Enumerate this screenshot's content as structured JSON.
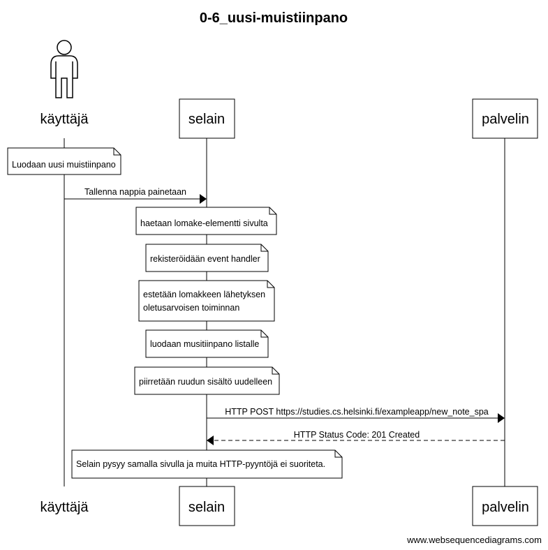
{
  "title": "0-6_uusi-muistiinpano",
  "participants": {
    "user": "käyttäjä",
    "browser": "selain",
    "server": "palvelin"
  },
  "notes": {
    "n1": "Luodaan uusi muistiinpano",
    "n2": "haetaan lomake-elementti sivulta",
    "n3": "rekisteröidään event handler",
    "n4_line1": "estetään lomakkeen lähetyksen",
    "n4_line2": "oletusarvoisen toiminnan",
    "n5": "luodaan musitiinpano listalle",
    "n6": "piirretään ruudun sisältö uudelleen",
    "n7": "Selain pysyy samalla sivulla ja muita HTTP-pyyntöjä ei suoriteta."
  },
  "messages": {
    "m1": "Tallenna nappia painetaan",
    "m2": "HTTP POST https://studies.cs.helsinki.fi/exampleapp/new_note_spa",
    "m3": "HTTP Status Code: 201 Created"
  },
  "watermark": "www.websequencediagrams.com"
}
